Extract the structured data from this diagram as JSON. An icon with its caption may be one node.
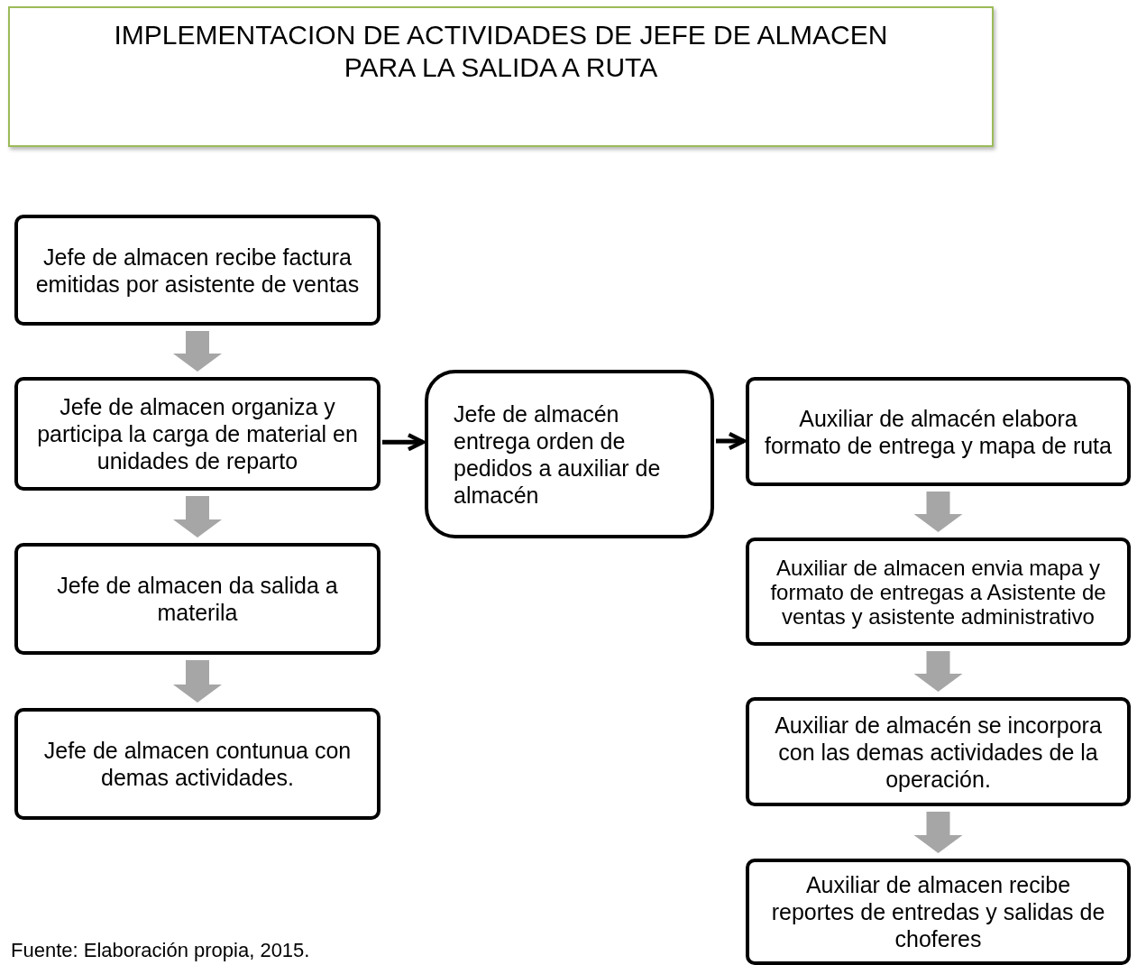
{
  "diagram": {
    "caption": "Fuente: Elaboración propia, 2015.",
    "nodes": [
      {
        "text": [
          "IMPLEMENTACION DE ACTIVIDADES DE JEFE DE ALMACEN PARA LA SALIDA A RUTA"
        ]
      },
      {
        "text": [
          "Jefe de almacen recibe factura emitidas por asistente de ventas"
        ]
      },
      {
        "text": [
          "Jefe de almacen organiza y participa la carga de material en unidades de reparto"
        ]
      },
      {
        "text": [
          "Jefe de almacen da salida a materila"
        ]
      },
      {
        "text": [
          "Jefe de almacen  contunua con demas actividades."
        ]
      },
      {
        "text": [
          "Jefe de almacén entrega orden de pedidos a auxiliar de almacén"
        ]
      },
      {
        "text": [
          "Auxiliar de almacén elabora formato de entrega y mapa de ruta"
        ]
      },
      {
        "text": [
          "Auxiliar de almacen envia mapa y formato de entregas a Asistente de ventas y asistente administrativo"
        ]
      },
      {
        "text": [
          "Auxiliar de almacén se incorpora con las demas actividades de la operación."
        ]
      },
      {
        "text": [
          "Auxiliar de almacen recibe reportes de entredas y salidas de choferes"
        ]
      }
    ],
    "edges": [
      {
        "from": 1,
        "to": 2,
        "arrow": "to"
      },
      {
        "from": 2,
        "to": 3,
        "arrow": "to"
      },
      {
        "from": 3,
        "to": 4,
        "arrow": "to"
      },
      {
        "from": 2,
        "to": 5,
        "arrow": "to",
        "color": "#000000"
      },
      {
        "from": 5,
        "to": 6,
        "arrow": "to",
        "color": "#000000"
      },
      {
        "from": 6,
        "to": 7,
        "arrow": "to"
      },
      {
        "from": 7,
        "to": 8,
        "arrow": "to"
      },
      {
        "from": 8,
        "to": 9,
        "arrow": "to"
      }
    ]
  }
}
